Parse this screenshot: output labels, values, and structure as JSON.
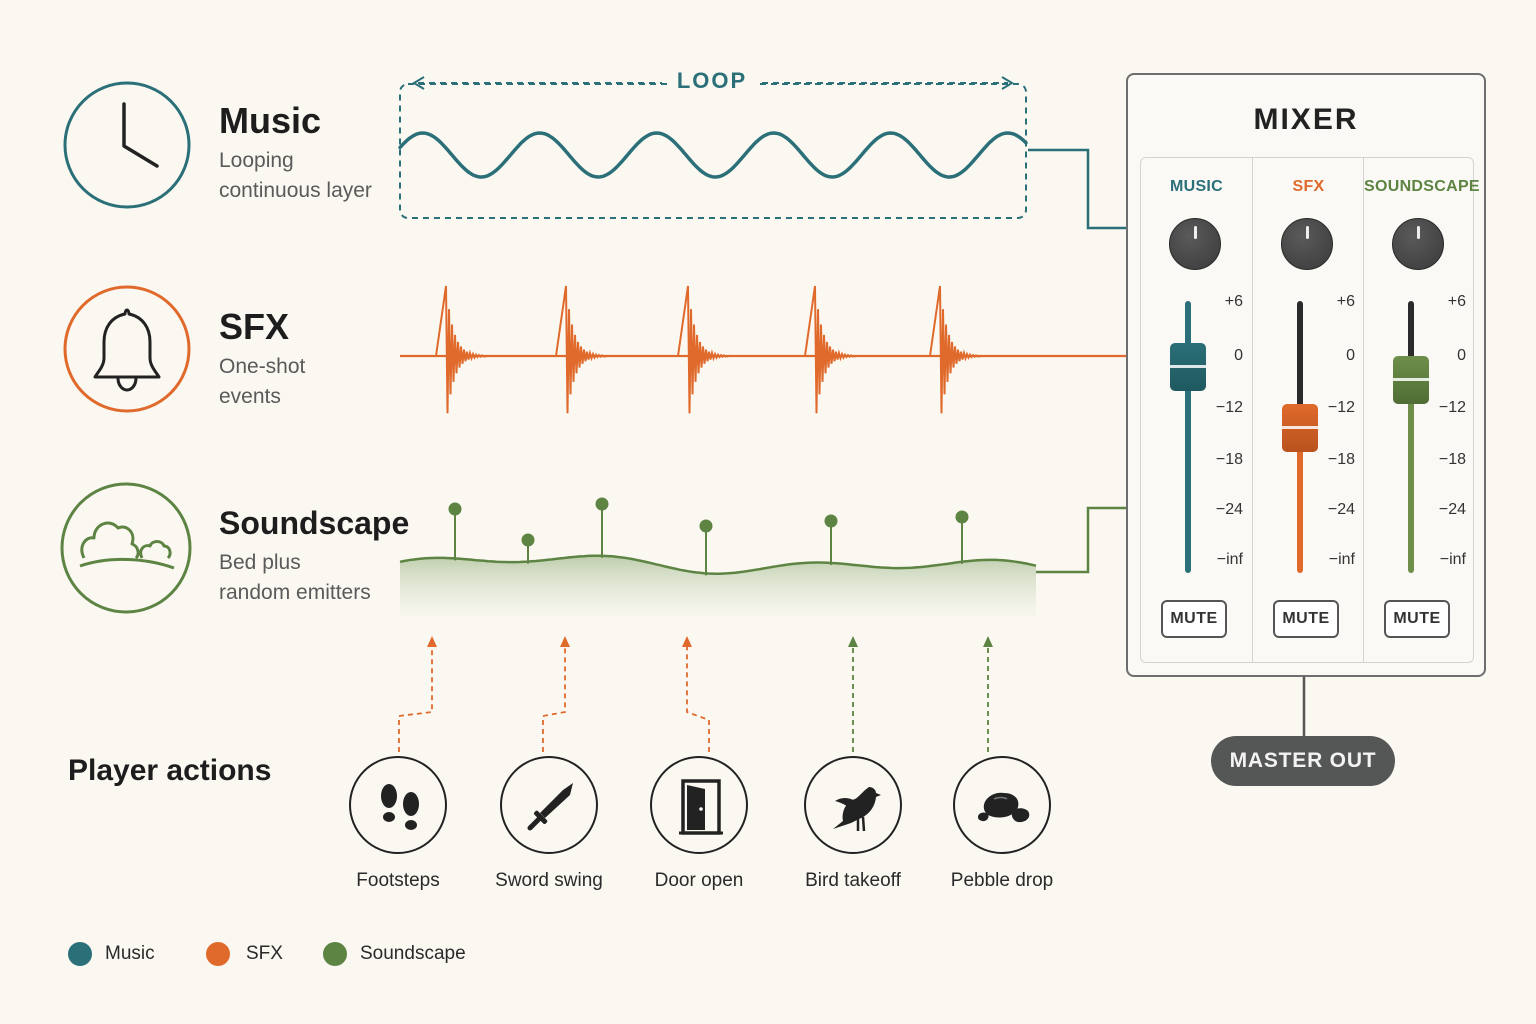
{
  "colors": {
    "music": "#2b6f78",
    "sfx": "#e06a2c",
    "soundscape": "#5d8442",
    "ink": "#222222"
  },
  "layers": [
    {
      "title": "Music",
      "subtitle": [
        "Looping",
        "continuous layer"
      ],
      "icon": "clock-icon"
    },
    {
      "title": "SFX",
      "subtitle": [
        "One-shot",
        "events"
      ],
      "icon": "bell-icon"
    },
    {
      "title": "Soundscape",
      "subtitle": [
        "Bed plus",
        "random emitters"
      ],
      "icon": "landscape-icon"
    }
  ],
  "loop_label": "LOOP",
  "mixer": {
    "title": "MIXER",
    "scale": [
      "+6",
      "0",
      "−12",
      "−18",
      "−24",
      "−inf"
    ],
    "channels": [
      {
        "name": "MUSIC",
        "fader_db": 0,
        "mute_label": "MUTE"
      },
      {
        "name": "SFX",
        "fader_db": -13,
        "mute_label": "MUTE"
      },
      {
        "name": "SOUNDSCAPE",
        "fader_db": -3,
        "mute_label": "MUTE"
      }
    ]
  },
  "master_out": "MASTER OUT",
  "player_actions": {
    "title": "Player actions",
    "items": [
      {
        "label": "Footsteps",
        "icon": "footprints-icon",
        "target": "sfx"
      },
      {
        "label": "Sword swing",
        "icon": "sword-icon",
        "target": "sfx"
      },
      {
        "label": "Door open",
        "icon": "door-icon",
        "target": "sfx"
      },
      {
        "label": "Bird takeoff",
        "icon": "bird-icon",
        "target": "soundscape"
      },
      {
        "label": "Pebble drop",
        "icon": "pebbles-icon",
        "target": "soundscape"
      }
    ]
  },
  "legend": [
    {
      "label": "Music",
      "color": "#2b6f78"
    },
    {
      "label": "SFX",
      "color": "#e06a2c"
    },
    {
      "label": "Soundscape",
      "color": "#5d8442"
    }
  ]
}
